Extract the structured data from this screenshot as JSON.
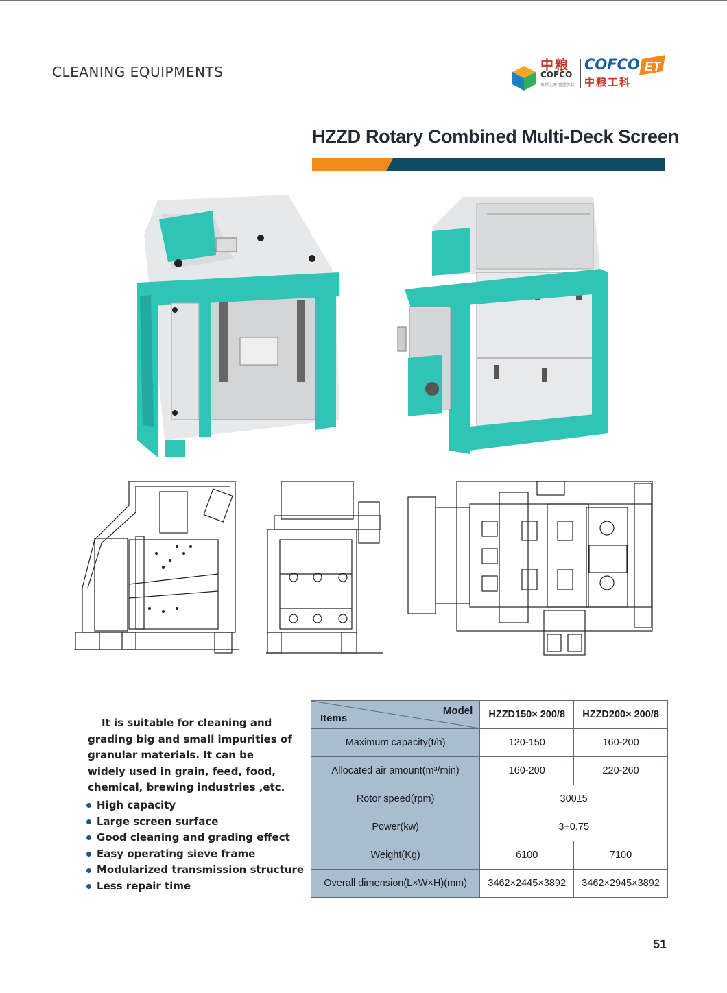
{
  "header": {
    "section_label": "CLEANING EQUIPMENTS",
    "logo_cn_left": "中粮",
    "logo_en_left": "COFCO",
    "logo_slogan": "自然之源 重塑你我",
    "logo_en_right": "COFCO",
    "logo_et": "ET",
    "logo_cn_right": "中粮工科"
  },
  "title": "HZZD Rotary Combined Multi-Deck Screen",
  "colors": {
    "accent_orange": "#f28a1e",
    "accent_navy": "#0f4c63",
    "machine_teal": "#2fc4b6",
    "table_label_bg": "#a9bdd0"
  },
  "description": "It is suitable for cleaning and grading big and small impurities of granular materials. It can be widely used in grain, feed, food, chemical, brewing industries ,etc.",
  "features": [
    "High capacity",
    "Large screen surface",
    "Good cleaning and grading effect",
    "Easy operating sieve frame",
    "Modularized transmission structure",
    "Less repair time"
  ],
  "spec_table": {
    "items_label": "Items",
    "model_label": "Model",
    "models": [
      "HZZD150× 200/8",
      "HZZD200× 200/8"
    ],
    "rows": [
      {
        "label": "Maximum capacity(t/h)",
        "values": [
          "120-150",
          "160-200"
        ]
      },
      {
        "label": "Allocated air amount(m³/min)",
        "values": [
          "160-200",
          "220-260"
        ]
      },
      {
        "label": "Rotor speed(rpm)",
        "merged": "300±5"
      },
      {
        "label": "Power(kw)",
        "merged": "3+0.75"
      },
      {
        "label": "Weight(Kg)",
        "values": [
          "6100",
          "7100"
        ]
      },
      {
        "label": "Overall dimension(L×W×H)(mm)",
        "values": [
          "3462×2445×3892",
          "3462×2945×3892"
        ]
      }
    ]
  },
  "page_number": "51"
}
